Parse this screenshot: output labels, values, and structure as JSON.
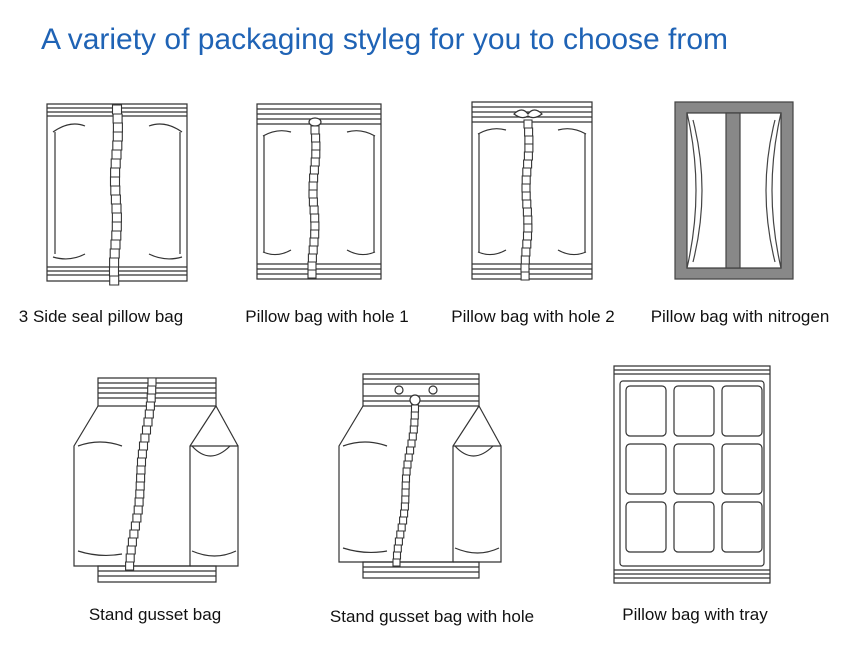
{
  "title": "A variety of packaging styleg for you to choose from",
  "bags": [
    {
      "label": "3 Side seal pillow bag",
      "icon": "three-side-seal-pillow-bag-icon"
    },
    {
      "label": "Pillow bag with hole 1",
      "icon": "pillow-bag-hole-1-icon"
    },
    {
      "label": "Pillow bag with hole 2",
      "icon": "pillow-bag-hole-2-icon"
    },
    {
      "label": "Pillow bag with nitrogen",
      "icon": "pillow-bag-nitrogen-icon"
    },
    {
      "label": "Stand gusset bag",
      "icon": "stand-gusset-bag-icon"
    },
    {
      "label": "Stand gusset bag with hole",
      "icon": "stand-gusset-bag-hole-icon"
    },
    {
      "label": "Pillow bag with tray",
      "icon": "pillow-bag-tray-icon"
    }
  ],
  "colors": {
    "title": "#1f63b5",
    "line": "#333333",
    "text": "#111111"
  }
}
